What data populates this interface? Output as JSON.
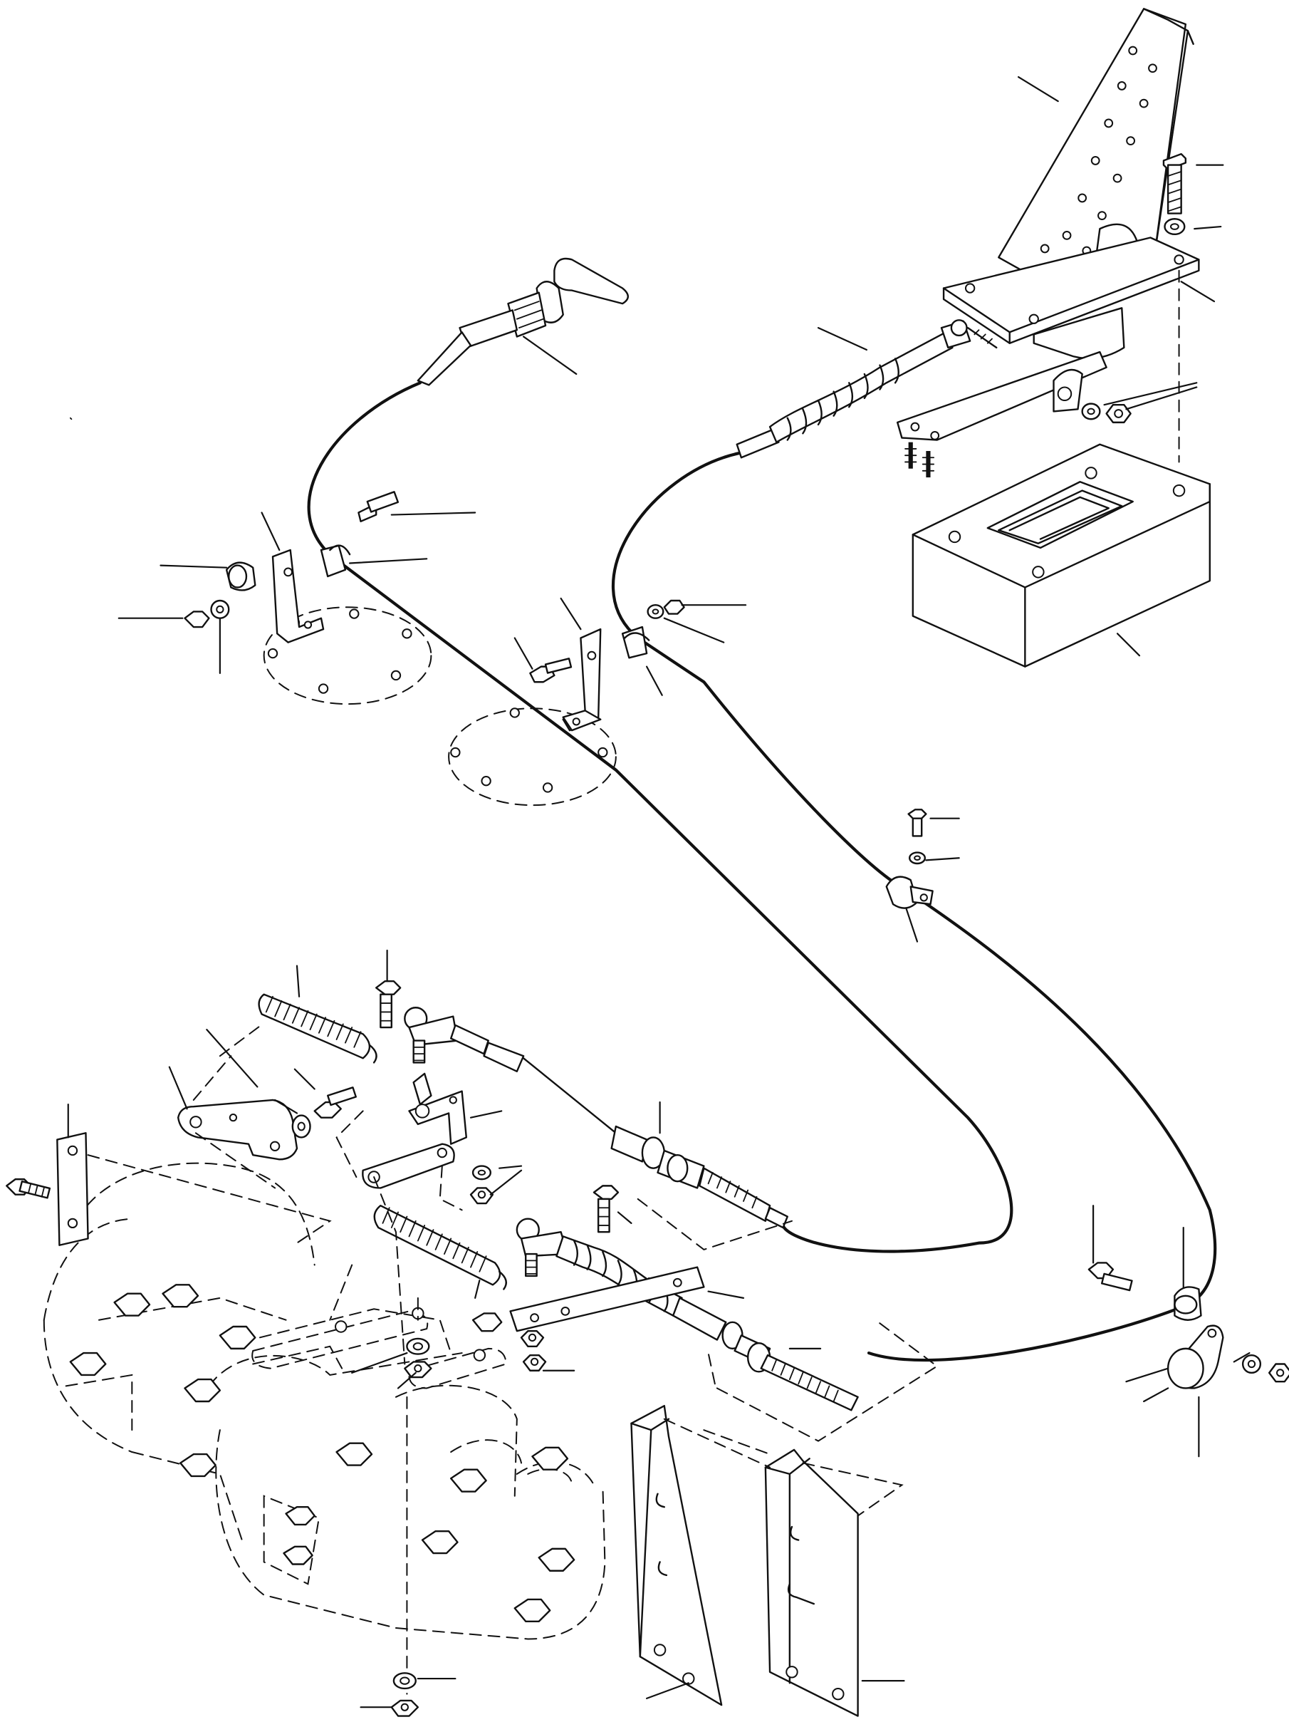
{
  "diagram": {
    "kind": "exploded-parts-view",
    "style": "black line art on white",
    "assemblies": [
      "accelerator-pedal",
      "hand-throttle-control",
      "throttle-cables",
      "cable-brackets",
      "injection-pump-linkage",
      "return-springs",
      "pump-mounting-brackets"
    ],
    "callout_labels_printed": false
  },
  "colors": {
    "ink": "#111111",
    "background": "#ffffff"
  }
}
